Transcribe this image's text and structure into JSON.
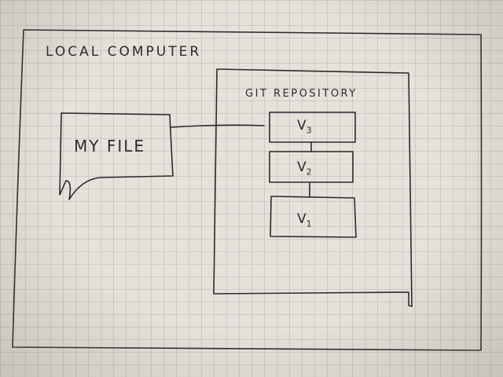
{
  "diagram": {
    "outer_box_label": "LOCAL COMPUTER",
    "repository_label": "GIT REPOSITORY",
    "file_label": "MY FILE",
    "versions": [
      {
        "letter": "V",
        "sub": "3"
      },
      {
        "letter": "V",
        "sub": "2"
      },
      {
        "letter": "V",
        "sub": "1"
      }
    ]
  },
  "colors": {
    "ink": "#2b2b2e",
    "paper": "#e6e2da",
    "grid": "#a0aab8"
  }
}
